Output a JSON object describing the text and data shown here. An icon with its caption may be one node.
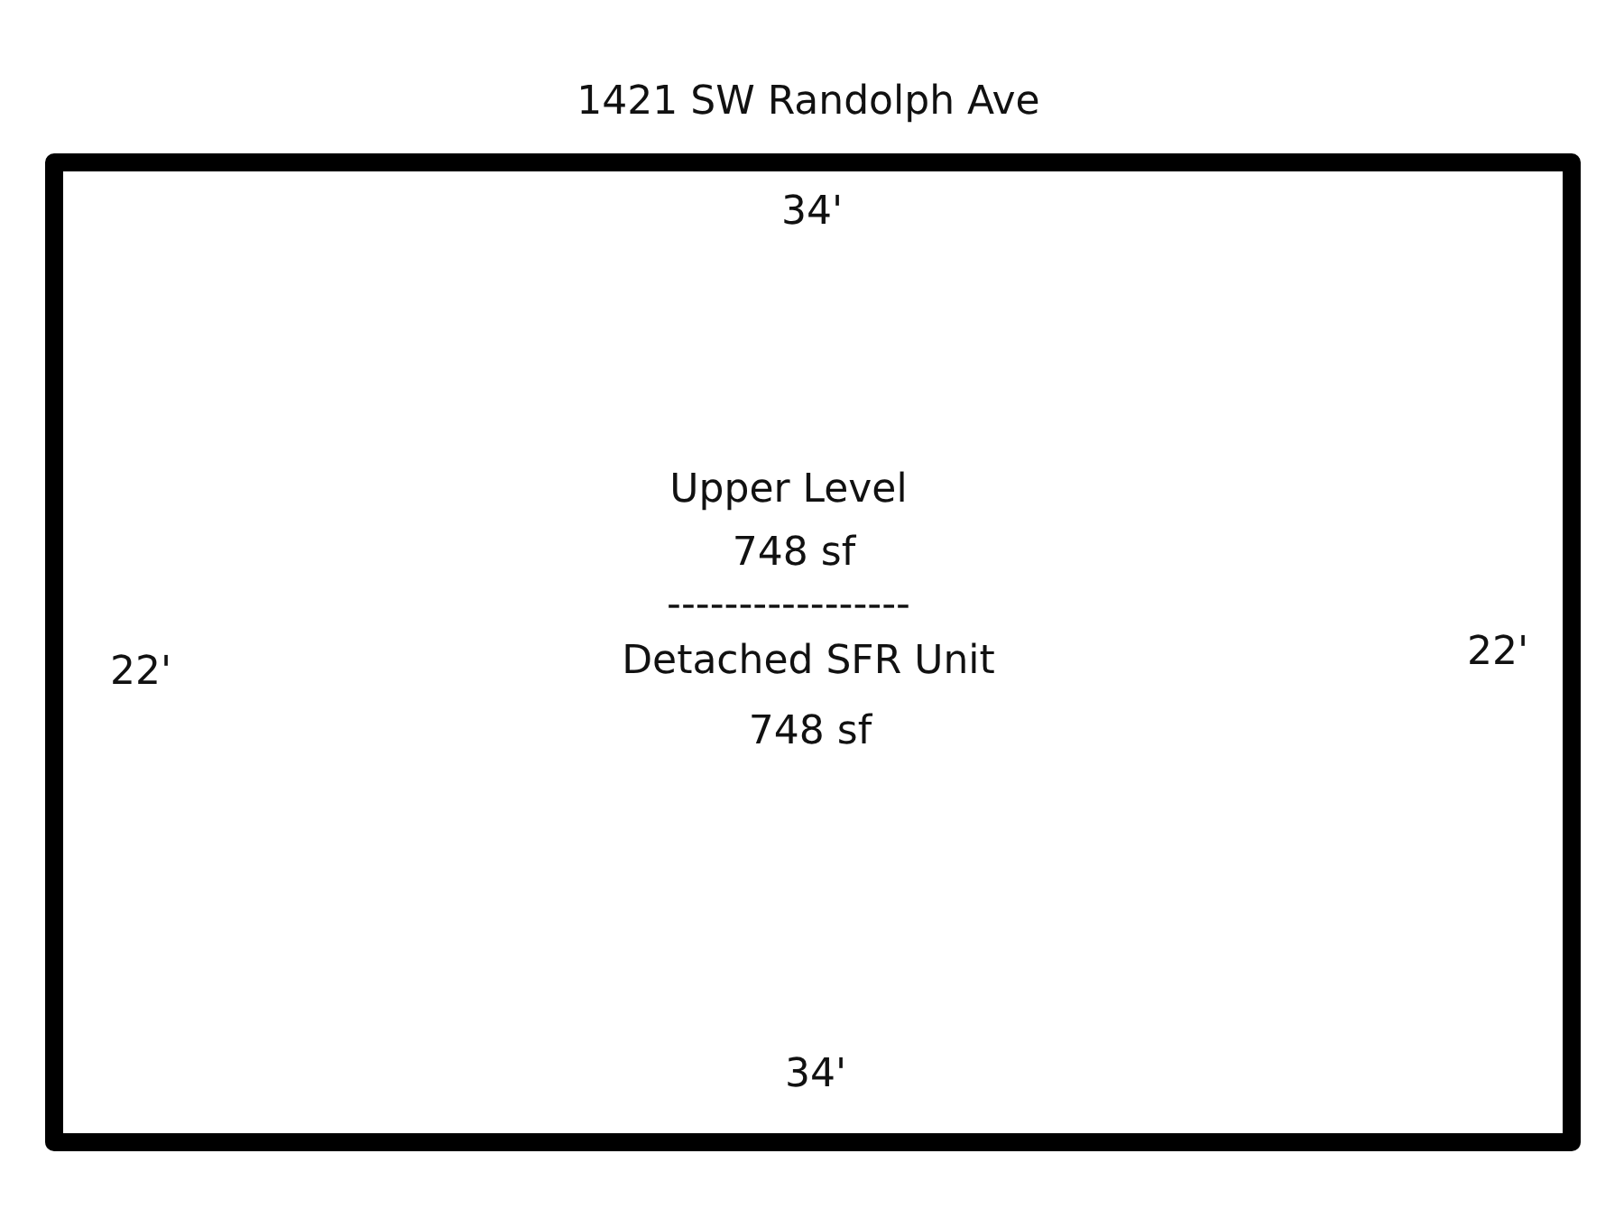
{
  "diagram": {
    "title": "1421 SW Randolph Ave",
    "nodes": [
      {
        "text": [
          "Upper Level",
          "748 sf",
          "-----------------",
          "Detached SFR Unit",
          "748 sf"
        ]
      }
    ],
    "labels": [
      "34'",
      "22'",
      "22'",
      "34'"
    ]
  }
}
